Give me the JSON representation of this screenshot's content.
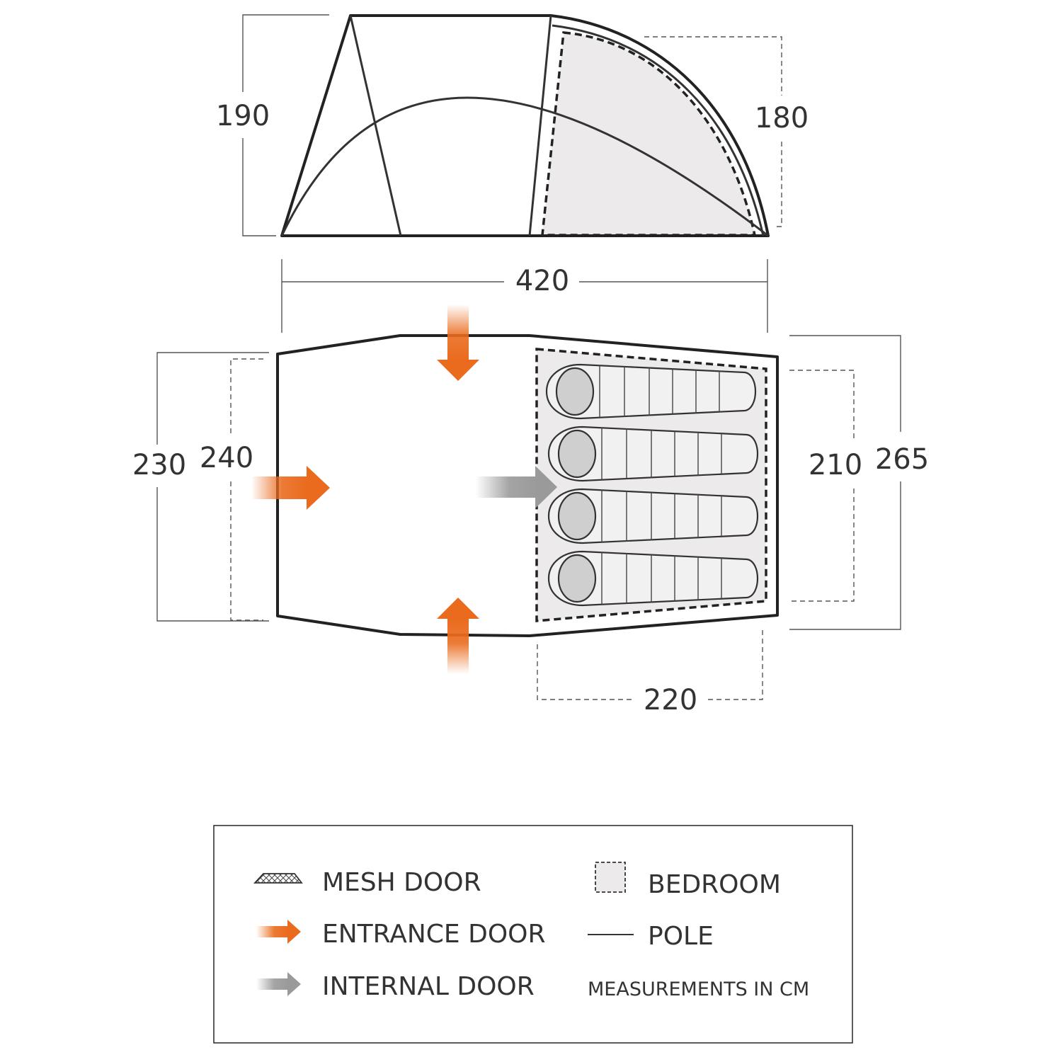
{
  "side_view": {
    "height_front": "190",
    "height_bedroom": "180",
    "length": "420"
  },
  "floor_plan": {
    "width_front_outer": "230",
    "width_front_inner": "240",
    "width_bedroom_inner": "210",
    "width_rear_outer": "265",
    "bedroom_length": "220"
  },
  "legend": {
    "items": {
      "mesh_door": "MESH DOOR",
      "entrance_door": "ENTRANCE DOOR",
      "internal_door": "INTERNAL DOOR",
      "bedroom": "BEDROOM",
      "pole": "POLE"
    },
    "note": "MEASUREMENTS IN CM"
  },
  "colors": {
    "entrance_arrow": "#ea6b1e",
    "internal_arrow": "#9a9a9a",
    "bedroom_fill": "#eceaea",
    "outline": "#222222"
  },
  "icons": {
    "mesh_door": "mesh-door-icon",
    "entrance_door": "entrance-arrow-icon",
    "internal_door": "internal-arrow-icon",
    "bedroom": "bedroom-swatch-icon",
    "pole": "pole-line-icon"
  }
}
